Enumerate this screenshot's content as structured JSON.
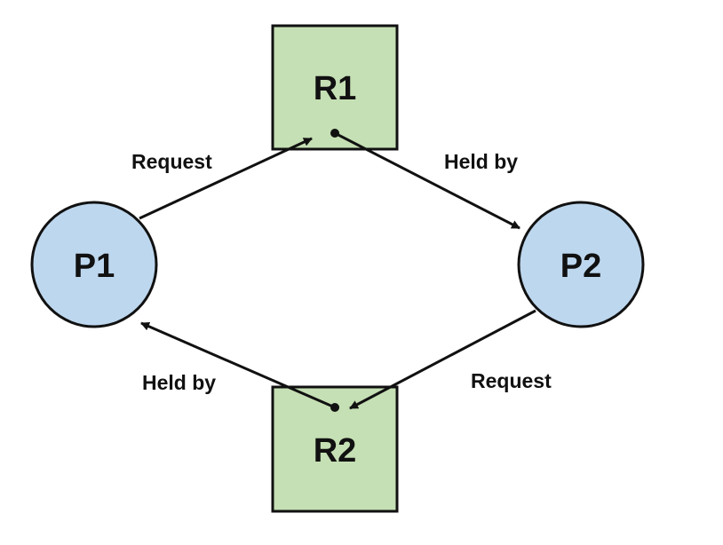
{
  "diagram": {
    "colors": {
      "process_fill": "#bdd7ee",
      "resource_fill": "#c5e0b4",
      "stroke": "#111111"
    },
    "nodes": {
      "p1": {
        "label": "P1",
        "shape": "circle"
      },
      "p2": {
        "label": "P2",
        "shape": "circle"
      },
      "r1": {
        "label": "R1",
        "shape": "square"
      },
      "r2": {
        "label": "R2",
        "shape": "square"
      }
    },
    "edges": {
      "p1_to_r1": {
        "label": "Request",
        "from": "P1",
        "to": "R1"
      },
      "r1_to_p2": {
        "label": "Held by",
        "from": "R1",
        "to": "P2"
      },
      "p2_to_r2": {
        "label": "Request",
        "from": "P2",
        "to": "R2"
      },
      "r2_to_p1": {
        "label": "Held by",
        "from": "R2",
        "to": "P1"
      }
    }
  }
}
